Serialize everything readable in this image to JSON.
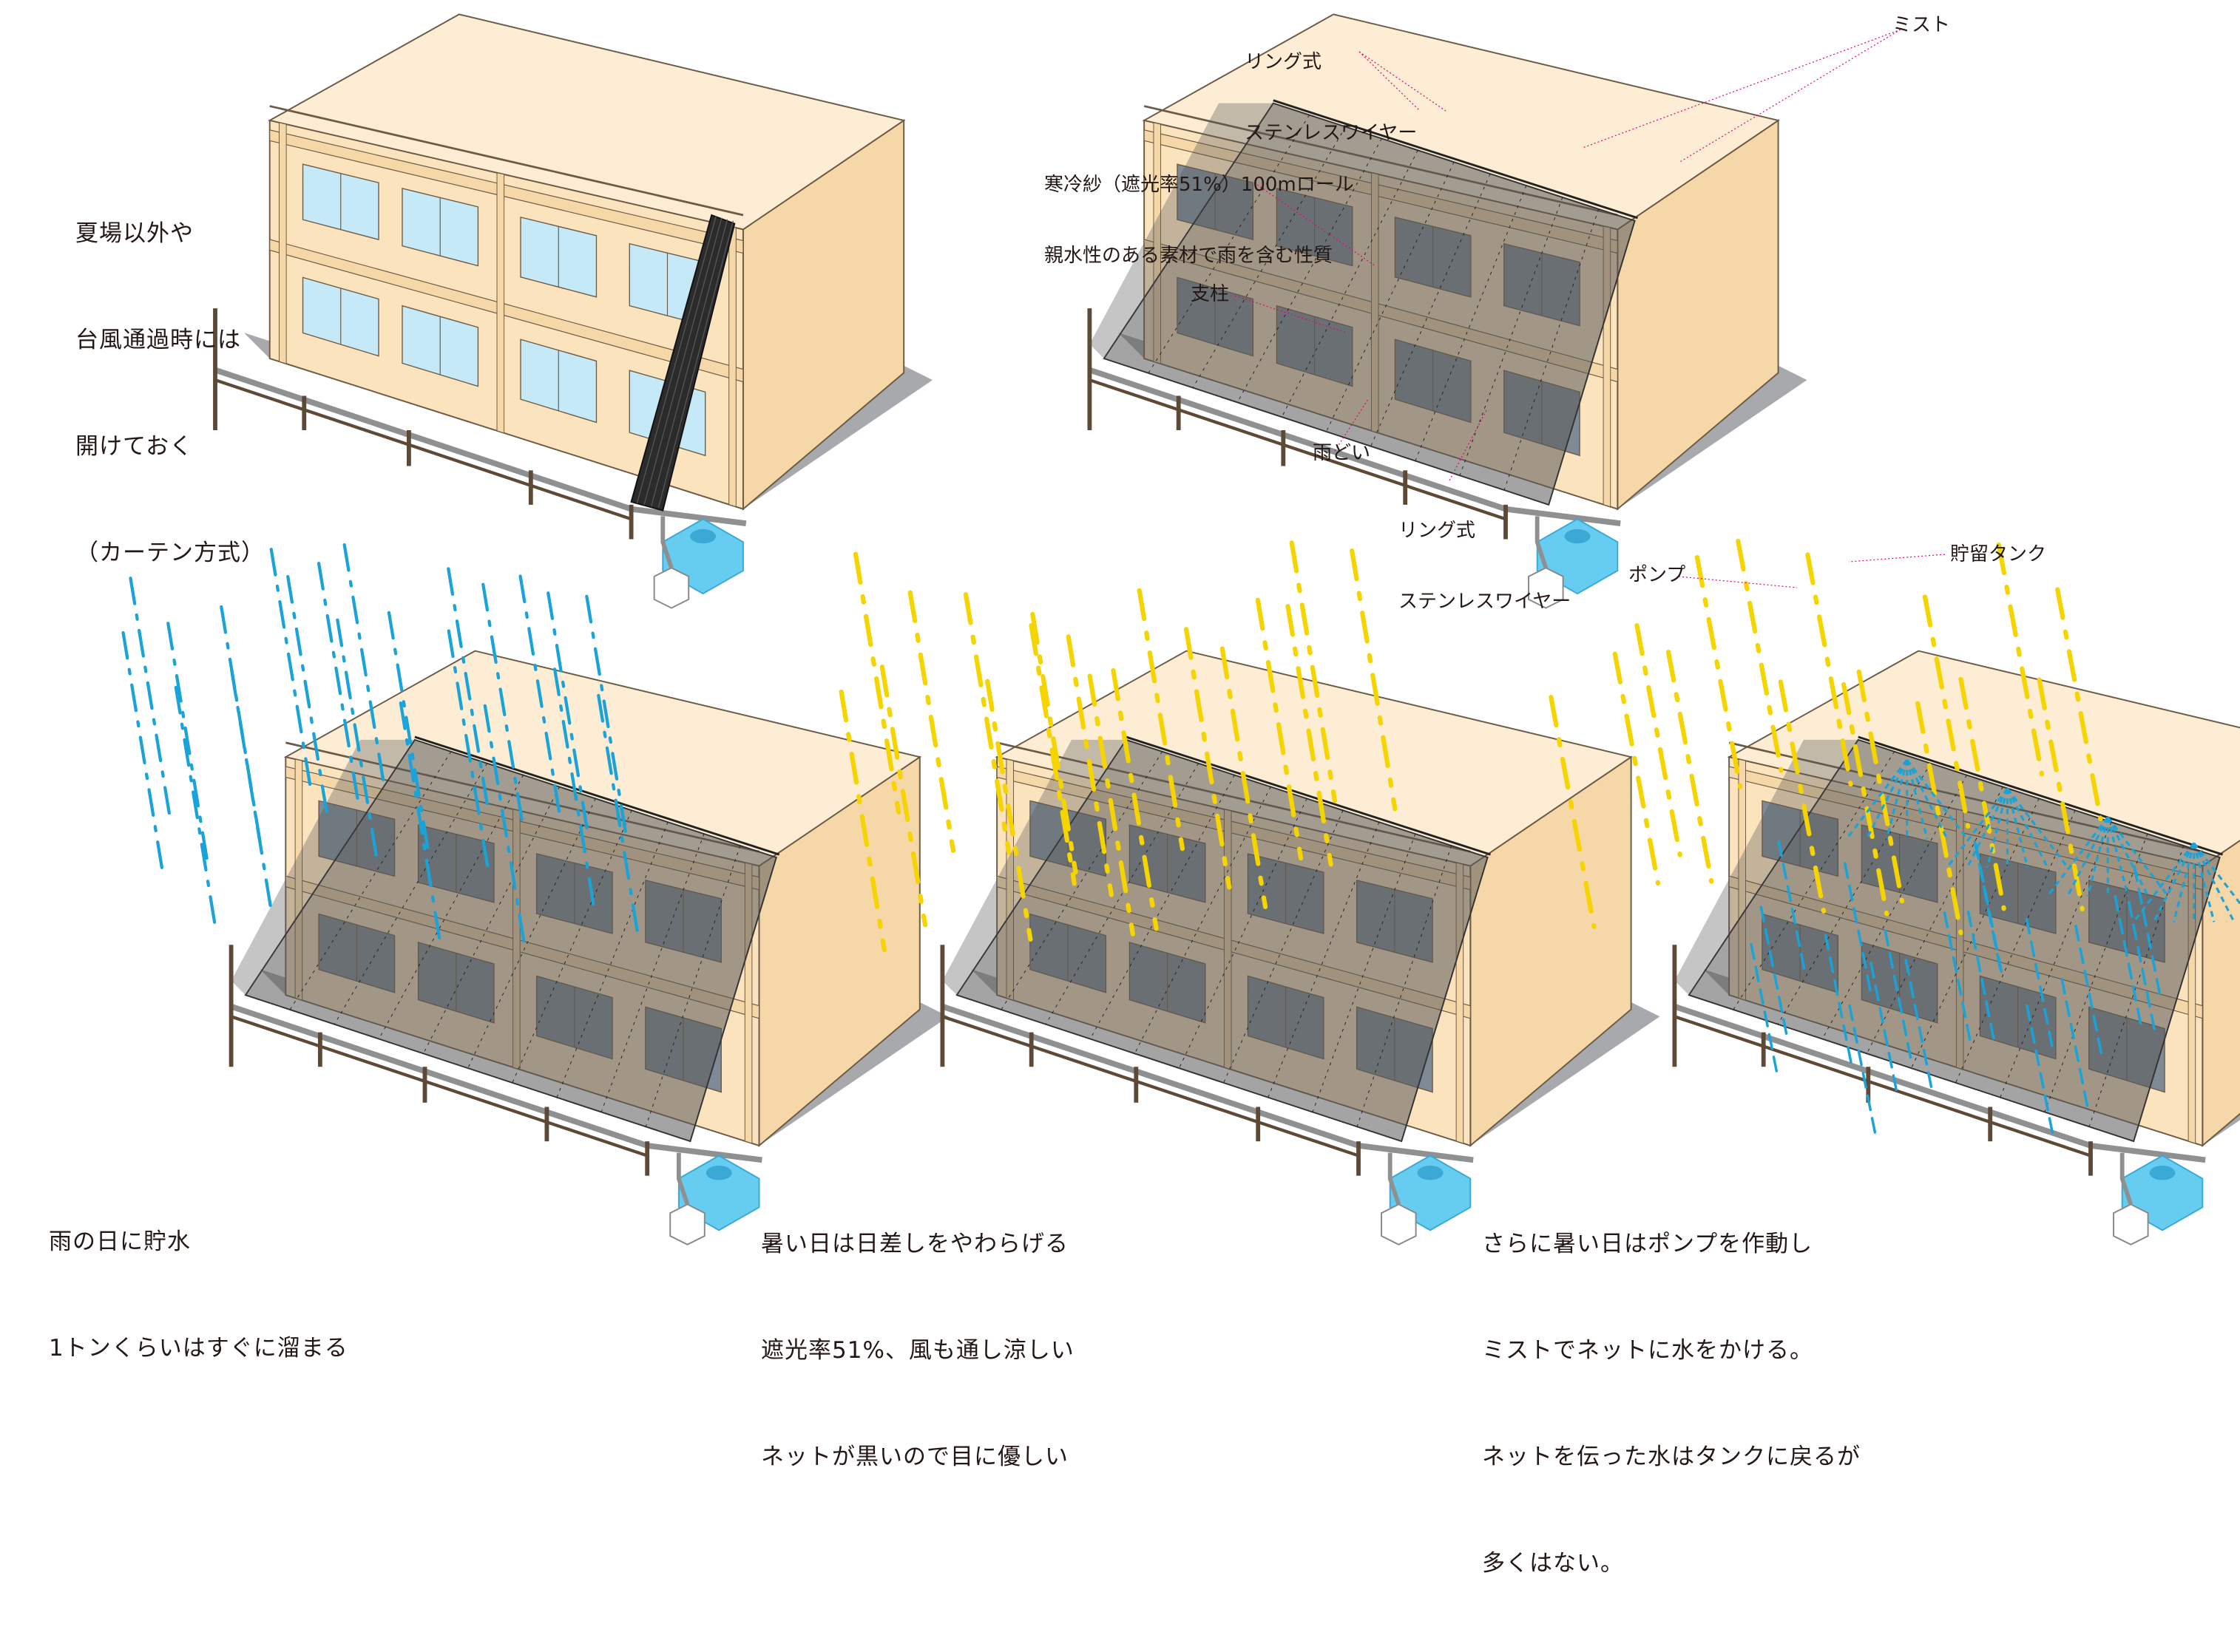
{
  "panels": {
    "open": {
      "caption": [
        "夏場以外や",
        "台風通過時には",
        "開けておく",
        "（カーテン方式）"
      ]
    },
    "components": {
      "labels": {
        "wire_top": [
          "リング式",
          "ステンレスワイヤー"
        ],
        "mist": "ミスト",
        "net": [
          "寒冷紗（遮光率51%）100mロール",
          "親水性のある素材で雨を含む性質"
        ],
        "post": "支柱",
        "gutter": "雨どい",
        "wire_bottom": [
          "リング式",
          "ステンレスワイヤー"
        ],
        "pump": "ポンプ",
        "tank": "貯留タンク"
      }
    },
    "rain": {
      "caption": [
        "雨の日に貯水",
        "1トンくらいはすぐに溜まる"
      ]
    },
    "sun": {
      "caption": [
        "暑い日は日差しをやわらげる",
        "遮光率51%、風も通し涼しい",
        "ネットが黒いので目に優しい"
      ]
    },
    "mist": {
      "caption": [
        "さらに暑い日はポンプを作動し",
        "ミストでネットに水をかける。",
        "ネットを伝った水はタンクに戻るが",
        "多くはない。"
      ]
    }
  },
  "colors": {
    "wall": "#fbe3bd",
    "roof": "#fcedd4",
    "side": "#f5d7a8",
    "outline": "#6b5a45",
    "window": "#c6e9f7",
    "window_shaded": "#7e8a96",
    "net": "#5a5a5a",
    "ground": "#a7a9ac",
    "rain": "#1aa3d8",
    "sun": "#f5d400",
    "tank": "#66ccf0",
    "fence": "#5c4a37",
    "leader": "#e4007f"
  }
}
